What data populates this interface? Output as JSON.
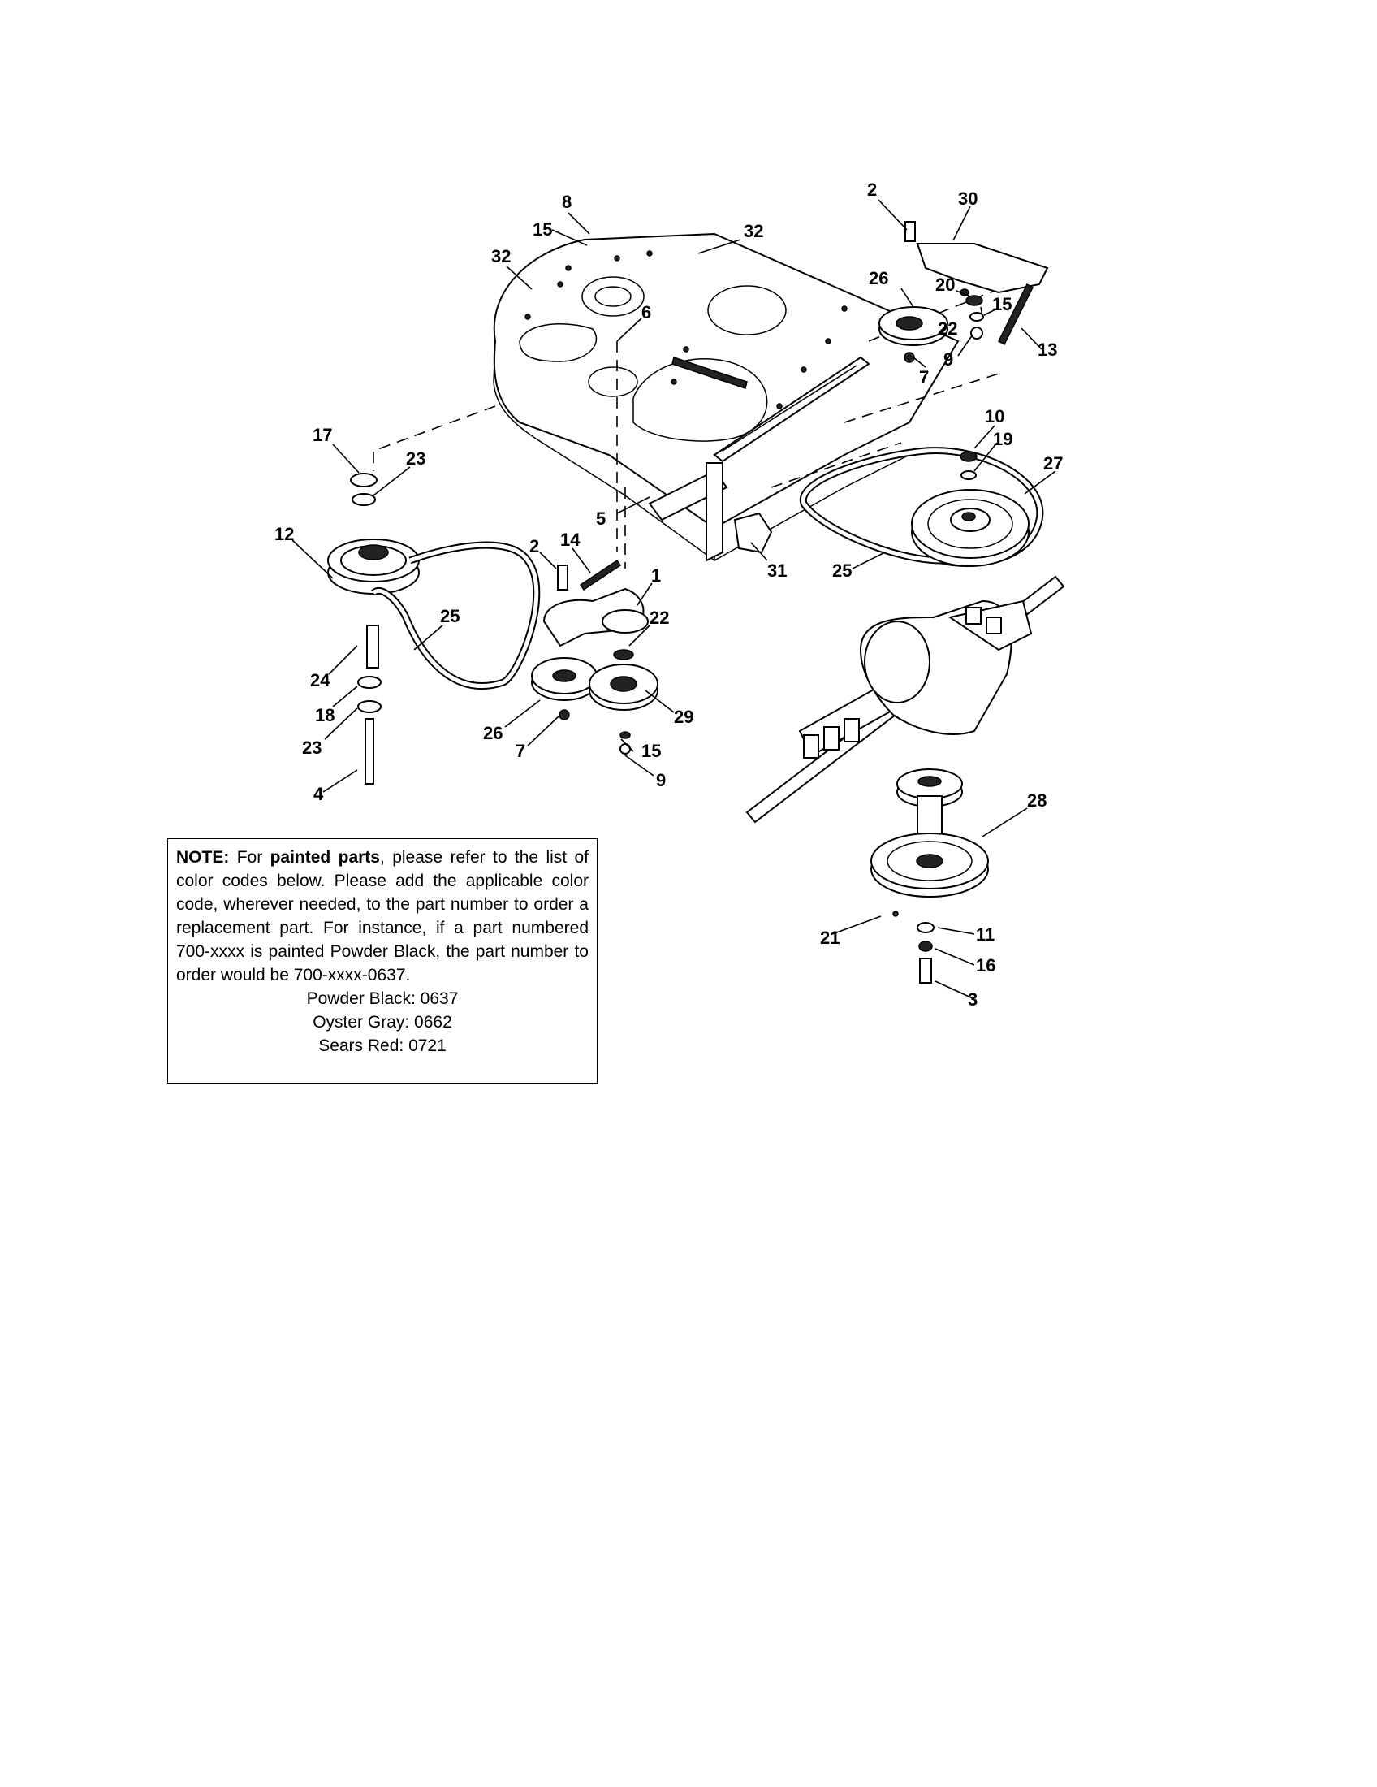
{
  "callouts": {
    "c1": "1",
    "c2a": "2",
    "c2b": "2",
    "c3": "3",
    "c4": "4",
    "c5": "5",
    "c6": "6",
    "c7a": "7",
    "c7b": "7",
    "c8": "8",
    "c9a": "9",
    "c9b": "9",
    "c10": "10",
    "c11": "11",
    "c12": "12",
    "c13": "13",
    "c14": "14",
    "c15a": "15",
    "c15b": "15",
    "c15c": "15",
    "c16": "16",
    "c17": "17",
    "c18": "18",
    "c19": "19",
    "c20": "20",
    "c21": "21",
    "c22a": "22",
    "c22b": "22",
    "c23a": "23",
    "c23b": "23",
    "c24": "24",
    "c25a": "25",
    "c25b": "25",
    "c26a": "26",
    "c26b": "26",
    "c27": "27",
    "c28": "28",
    "c29": "29",
    "c30": "30",
    "c31": "31",
    "c32a": "32",
    "c32b": "32"
  },
  "note": {
    "label": "NOTE:",
    "text_1": " For ",
    "emphasis": "painted parts",
    "text_2": ", please refer to the list of color codes below.  Please add the applicable color code, wherever needed, to the part number to order a replacement part.  For instance, if a part numbered 700-xxxx is painted Powder Black, the part number to order would be 700-xxxx-0637.",
    "color_codes": [
      "Powder Black: 0637",
      "Oyster Gray: 0662",
      "Sears Red: 0721"
    ]
  }
}
